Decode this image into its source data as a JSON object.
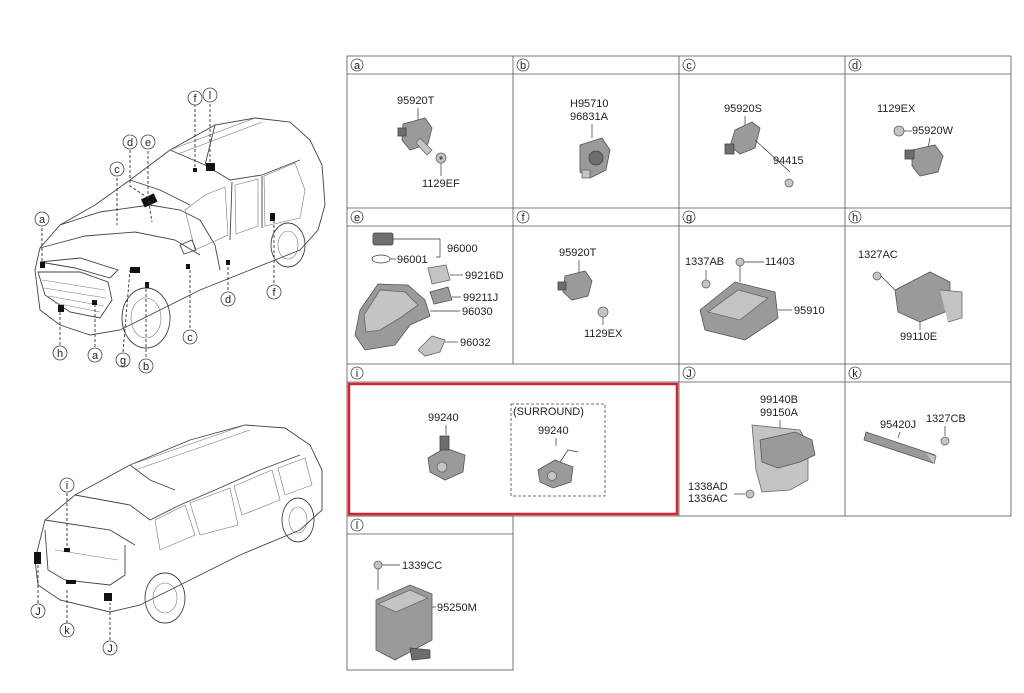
{
  "cells": {
    "a": {
      "label": "a",
      "parts": [
        "95920T",
        "1129EF"
      ]
    },
    "b": {
      "label": "b",
      "parts": [
        "H95710",
        "96831A"
      ]
    },
    "c": {
      "label": "c",
      "parts": [
        "95920S",
        "94415"
      ]
    },
    "d": {
      "label": "d",
      "parts": [
        "1129EX",
        "95920W"
      ]
    },
    "e": {
      "label": "e",
      "parts": [
        "96000",
        "96001",
        "99216D",
        "99211J",
        "96030",
        "96032"
      ]
    },
    "f": {
      "label": "f",
      "parts": [
        "95920T",
        "1129EX"
      ]
    },
    "g": {
      "label": "g",
      "parts": [
        "1337AB",
        "11403",
        "95910"
      ]
    },
    "h": {
      "label": "h",
      "parts": [
        "1327AC",
        "99110E"
      ]
    },
    "i": {
      "label": "i",
      "parts": [
        "99240",
        "99240"
      ],
      "surround": "(SURROUND)"
    },
    "j": {
      "label": "J",
      "parts": [
        "99140B",
        "99150A",
        "1338AD",
        "1336AC"
      ]
    },
    "k": {
      "label": "k",
      "parts": [
        "95420J",
        "1327CB"
      ]
    },
    "l": {
      "label": "l",
      "parts": [
        "1339CC",
        "95250M"
      ]
    }
  },
  "vehicle_labels": {
    "front": [
      "a",
      "b",
      "c",
      "d",
      "e",
      "f",
      "g",
      "h",
      "f",
      "l"
    ],
    "rear": [
      "i",
      "J",
      "k",
      "J"
    ]
  },
  "colors": {
    "highlight": "#d9232a",
    "line": "#555555"
  },
  "icons": [
    "front-vehicle-drawing",
    "rear-vehicle-drawing",
    "sensor-part",
    "bolt-part",
    "camera-part",
    "module-part"
  ]
}
